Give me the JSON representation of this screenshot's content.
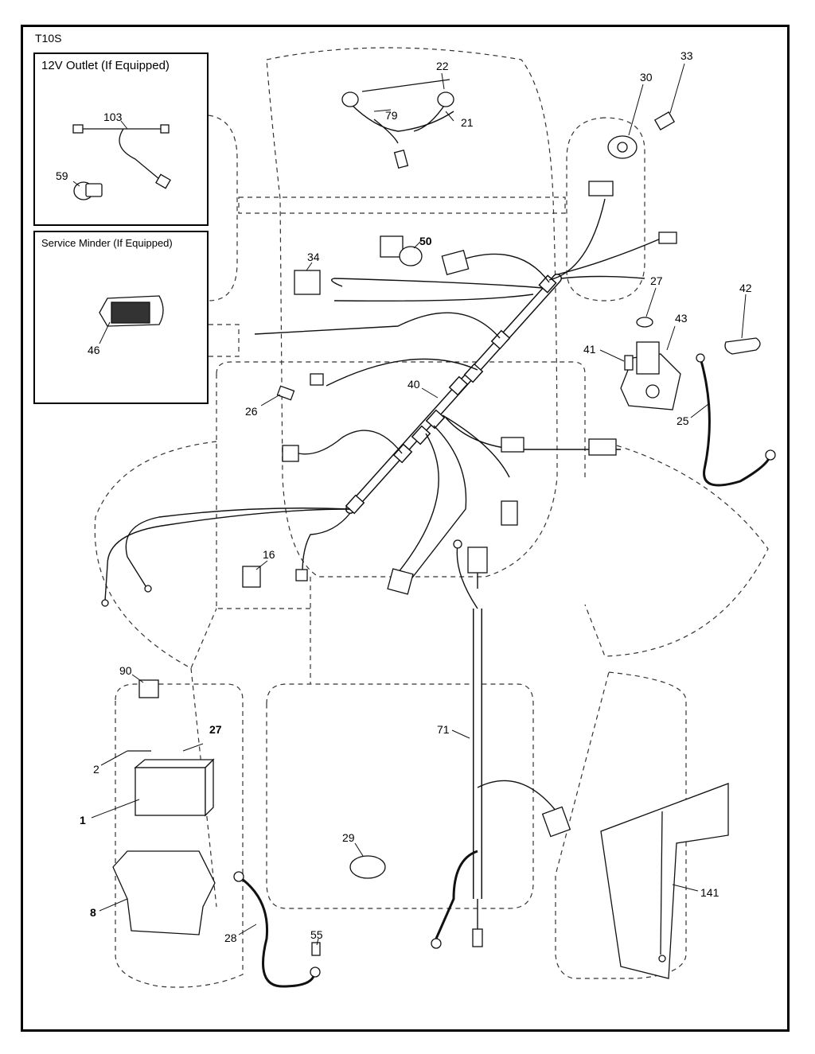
{
  "page_code": "T10S",
  "insets": {
    "outlet_title": "12V Outlet (If Equipped)",
    "service_title": "Service Minder (If Equipped)"
  },
  "callouts": {
    "c103": "103",
    "c59": "59",
    "c46": "46",
    "c22": "22",
    "c79": "79",
    "c21": "21",
    "c30": "30",
    "c33": "33",
    "c50": "50",
    "c34": "34",
    "c27a": "27",
    "c42": "42",
    "c43": "43",
    "c41": "41",
    "c25": "25",
    "c40": "40",
    "c26": "26",
    "c16": "16",
    "c90": "90",
    "c27b": "27",
    "c2": "2",
    "c1": "1",
    "c8": "8",
    "c28": "28",
    "c55": "55",
    "c71": "71",
    "c29": "29",
    "c141": "141"
  }
}
